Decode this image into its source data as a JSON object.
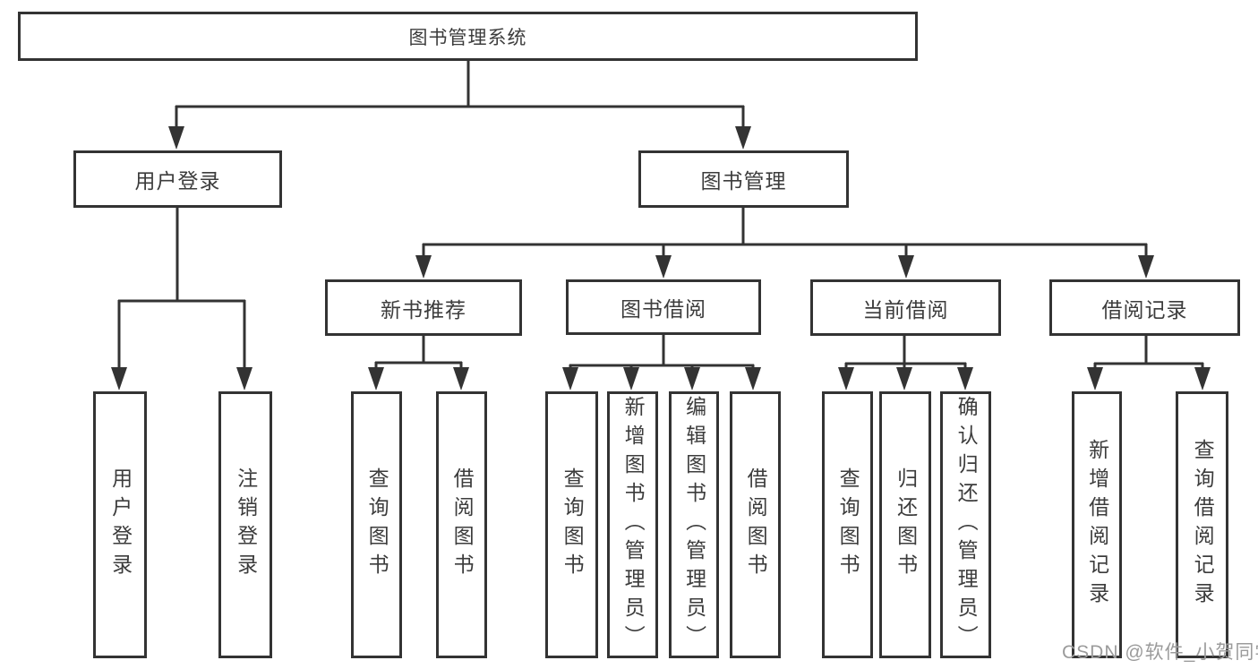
{
  "nodes": {
    "root": "图书管理系统",
    "user_login": "用户登录",
    "book_mgmt": "图书管理",
    "new_book": "新书推荐",
    "book_borrow": "图书借阅",
    "current_borrow": "当前借阅",
    "borrow_record": "借阅记录",
    "ul1": "用户登录",
    "ul2": "注销登录",
    "nb1": "查询图书",
    "nb2": "借阅图书",
    "bb1": "查询图书",
    "bb2": "新增图书（管理员）",
    "bb3": "编辑图书（管理员）",
    "bb4": "借阅图书",
    "cb1": "查询图书",
    "cb2": "归还图书",
    "cb3": "确认归还（管理员）",
    "br1": "新增借阅记录",
    "br2": "查询借阅记录"
  },
  "colors": {
    "line": "#333333",
    "text": "#3c3c3c",
    "watermark": "#9b9b9b"
  },
  "watermark": "CSDN @软件_小贺同学"
}
